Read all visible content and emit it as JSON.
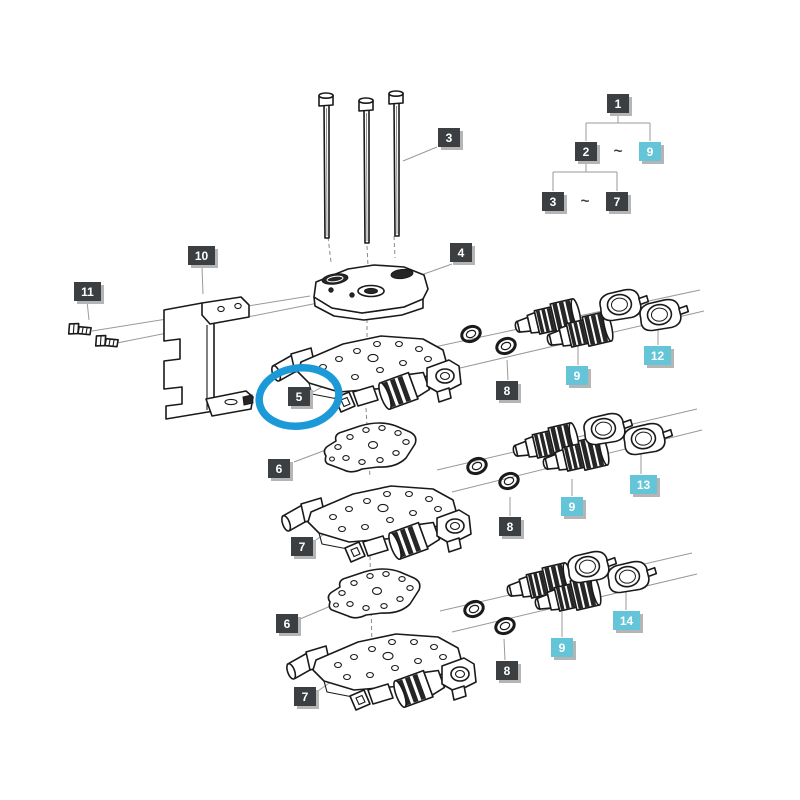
{
  "diagram": {
    "kind": "exploded-parts-diagram",
    "background": "#ffffff",
    "legend_tree": {
      "node1": "1",
      "node2": "2",
      "node9": "9",
      "node3": "3",
      "node7": "7",
      "range_symbol": "~"
    },
    "callouts": {
      "bolts": "3",
      "top_cover": "4",
      "highlighted_valve": "5",
      "gasket": "6",
      "valve_section": "7",
      "o_ring": "8",
      "quick_coupler": "9",
      "bracket": "10",
      "bracket_bolts": "11",
      "cap_set_1": "12",
      "cap_set_2": "13",
      "cap_set_3": "14"
    },
    "highlight": {
      "circled_callout": "5",
      "circle_color": "#1b9ad7"
    },
    "colors": {
      "dark_label_bg": "#3b3f42",
      "cyan_label_bg": "#63c5d7",
      "label_text": "#ffffff",
      "leader_line": "#999999",
      "line_art": "#1a1a1a",
      "label_shadow": "#b5b5b5"
    },
    "parts_depicted": [
      "hex-bolt",
      "end-cover",
      "mounting-bracket",
      "bracket-bolt",
      "control-valve-section",
      "gasket-plate",
      "o-ring",
      "quick-coupler",
      "dust-cap-set"
    ]
  }
}
